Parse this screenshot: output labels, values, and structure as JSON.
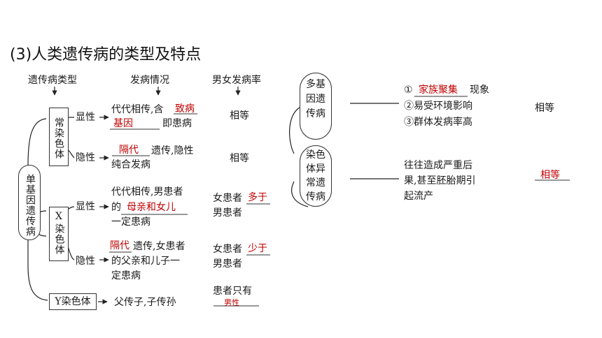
{
  "title": "(3)人类遗传病的类型及特点",
  "headers": {
    "type": "遗传病类型",
    "situation": "发病情况",
    "rate": "男女发病率"
  },
  "single_gene": {
    "label": "单基因遗传病",
    "autosomal": {
      "label": "常染色体",
      "dominant": {
        "label": "显性",
        "text1": "代代相传,含",
        "blank1": "致病",
        "blank2": "基因",
        "text2": "即患病",
        "rate": "相等"
      },
      "recessive": {
        "label": "隐性",
        "blank": "隔代",
        "text1": "遗传,隐性",
        "text2": "纯合发病",
        "rate": "相等"
      }
    },
    "x_linked": {
      "label": "X染色体",
      "label_top": "X",
      "label_rest": "染色体",
      "dominant": {
        "label": "显性",
        "line1": "代代相传,男患者",
        "line2_prefix": "的",
        "blank": "母亲和女儿",
        "line3": "一定患病",
        "rate_prefix": "女患者",
        "rate_blank": "多于",
        "rate_line2": "男患者"
      },
      "recessive": {
        "label": "隐性",
        "blank": "隔代",
        "line1": "遗传,女患者",
        "line2": "的父亲和儿子一",
        "line3": "定患病",
        "rate_prefix": "女患者",
        "rate_blank": "少于",
        "rate_line2": "男患者"
      }
    },
    "y_linked": {
      "label": "Y染色体",
      "situation": "父传子,子传孙",
      "rate_line1": "患者只有",
      "rate_blank": "男性"
    }
  },
  "polygenic": {
    "label": "多基因遗传病",
    "item1_prefix": "①",
    "item1_blank": "家族聚集",
    "item1_suffix": "现象",
    "item2": "②易受环境影响",
    "item3": "③群体发病率高",
    "rate": "相等"
  },
  "chromosomal": {
    "label": "染色体异常遗传病",
    "line1": "往往造成严重后",
    "line2": "果,甚至胚胎期引",
    "line3": "起流产",
    "rate_blank": "相等"
  }
}
